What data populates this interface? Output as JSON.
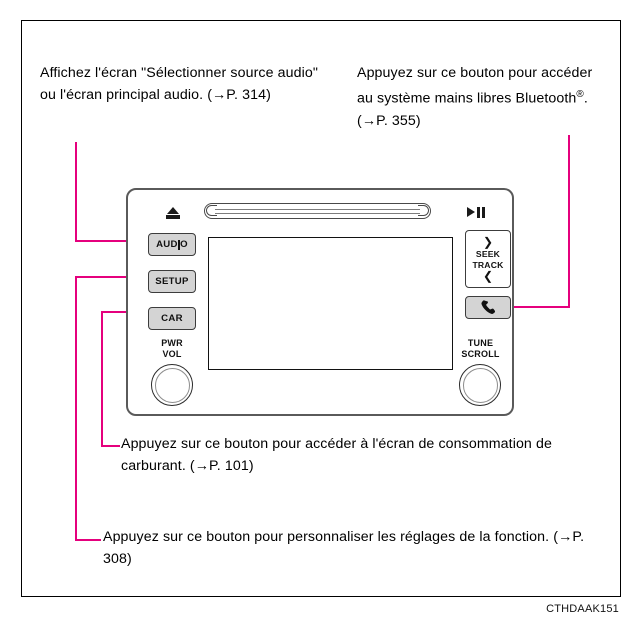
{
  "figure": {
    "code": "CTHDAAK151"
  },
  "callouts": {
    "audio": "Affichez l'écran \"Sélectionner source audio\" ou l'écran principal audio. (→P. 314)",
    "phone_prefix": "Appuyez sur ce bouton pour accéder au système mains libres Bluetooth",
    "phone_reg": "®",
    "phone_suffix": ". (→P. 355)",
    "fuel": "Appuyez sur ce bouton pour accéder à l'écran de consommation de carburant. (→P. 101)",
    "setup": "Appuyez sur ce bouton pour personnaliser les réglages de la fonction. (→P. 308)"
  },
  "head_unit": {
    "buttons": {
      "audio_part1": "AUD",
      "audio_part2": "O",
      "setup": "SETUP",
      "car": "CAR"
    },
    "seek": {
      "chevron_up": "❯",
      "line1": "SEEK",
      "line2": "TRACK",
      "chevron_down": "❮"
    },
    "knobs": {
      "left_line1": "PWR",
      "left_line2": "VOL",
      "right_line1": "TUNE",
      "right_line2": "SCROLL"
    },
    "icons": {
      "eject": "eject-icon",
      "cd_slot": "cd-slot",
      "play_pause": "play-pause-icon",
      "phone": "phone-handset-icon"
    }
  },
  "colors": {
    "leader_line": "#e5007d",
    "button_face": "#d4d4d4",
    "frame": "#000000"
  }
}
